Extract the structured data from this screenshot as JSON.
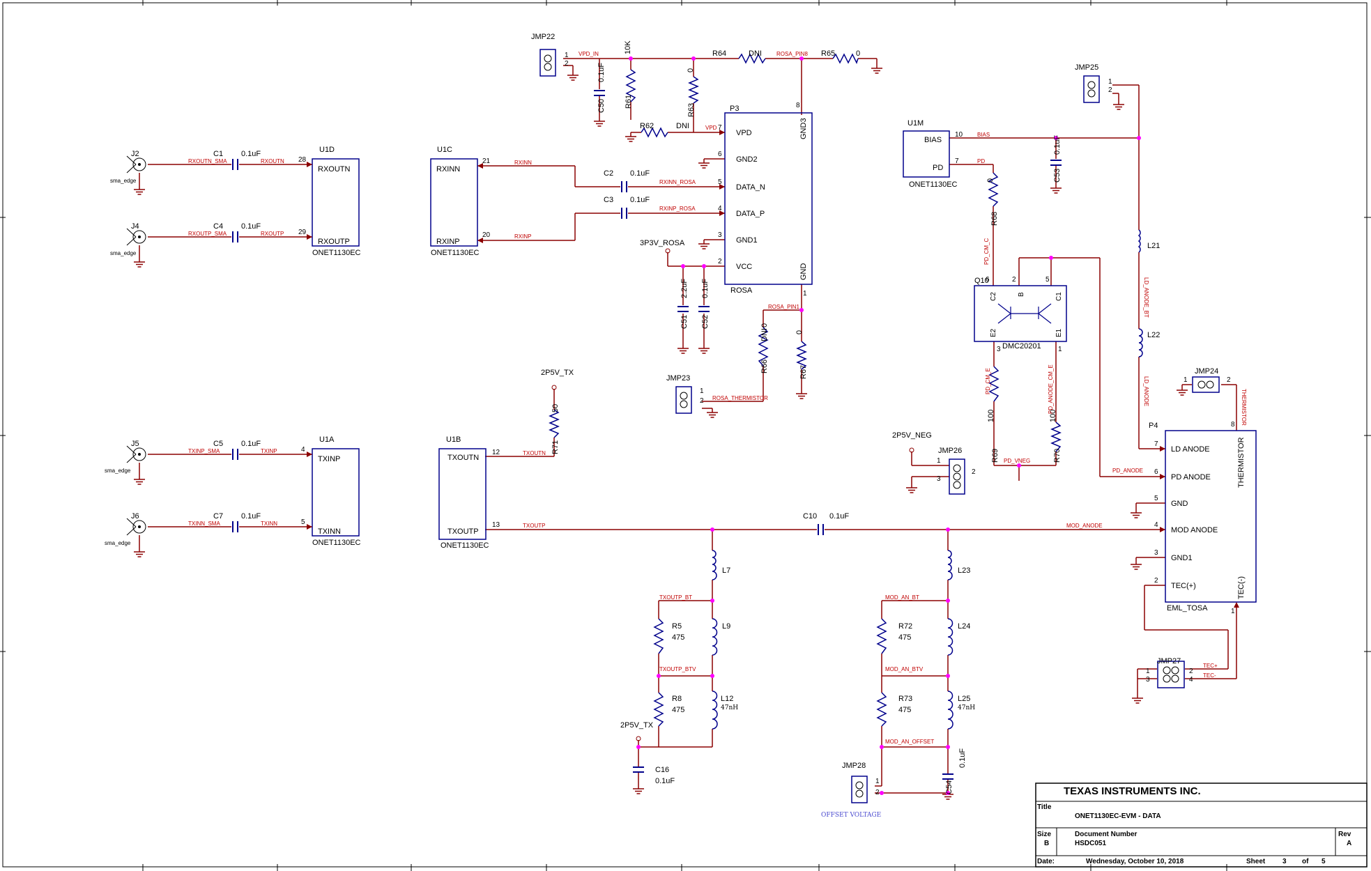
{
  "labels": {
    "refs": {
      "u1d": "U1D",
      "u1c": "U1C",
      "u1a": "U1A",
      "u1b": "U1B",
      "u1m": "U1M",
      "p3": "P3",
      "p4": "P4",
      "q10": "Q10",
      "j2": "J2",
      "j4": "J4",
      "j5": "J5",
      "j6": "J6",
      "c1": "C1",
      "c2": "C2",
      "c3": "C3",
      "c4": "C4",
      "c5": "C5",
      "c7": "C7",
      "c10": "C10",
      "c16": "C16",
      "c50": "C50",
      "c51": "C51",
      "c52": "C52",
      "c53": "C53",
      "c54": "C54",
      "r5": "R5",
      "r8": "R8",
      "r61": "R61",
      "r62": "R62",
      "r63": "R63",
      "r64": "R64",
      "r65": "R65",
      "r66": "R66",
      "r67": "R67",
      "r68": "R68",
      "r69": "R69",
      "r70": "R70",
      "r71": "R71",
      "r72": "R72",
      "r73": "R73",
      "l7": "L7",
      "l9": "L9",
      "l12": "L12",
      "l21": "L21",
      "l22": "L22",
      "l23": "L23",
      "l24": "L24",
      "l25": "L25",
      "jmp22": "JMP22",
      "jmp23": "JMP23",
      "jmp24": "JMP24",
      "jmp25": "JMP25",
      "jmp26": "JMP26",
      "jmp27": "JMP27",
      "jmp28": "JMP28"
    },
    "values": {
      "cap_01uf": "0.1uF",
      "cap_22uf": "2.2uF",
      "r_10k": "10K",
      "r_0": "0",
      "r_dni": "DNI",
      "r_475": "475",
      "r_50": "50",
      "r_100": "100",
      "l_47nh": "47nH",
      "sma": "sma_edge"
    },
    "parts": {
      "onet": "ONET1130EC",
      "rosa": "ROSA",
      "eml_tosa": "EML_TOSA",
      "dmc": "DMC20201"
    },
    "pins": {
      "rxoutn": "RXOUTN",
      "rxoutp": "RXOUTP",
      "rxinn": "RXINN",
      "rxinp": "RXINP",
      "txinp": "TXINP",
      "txinn": "TXINN",
      "txoutn": "TXOUTN",
      "txoutp": "TXOUTP",
      "bias": "BIAS",
      "pd": "PD",
      "vpd": "VPD",
      "gnd2": "GND2",
      "data_n": "DATA_N",
      "data_p": "DATA_P",
      "gnd1": "GND1",
      "vcc": "VCC",
      "gnd3": "GND3",
      "gnd": "GND",
      "ld_anode": "LD ANODE",
      "pd_anode": "PD ANODE",
      "gnd_p4": "GND",
      "mod_anode": "MOD ANODE",
      "gnd1_p4": "GND1",
      "tec_p": "TEC(+)",
      "tec_n": "TEC(-)",
      "thermistor": "THERMISTOR",
      "q_c2": "C2",
      "q_b": "B",
      "q_c1": "C1",
      "q_e2": "E2",
      "q_e1": "E1",
      "n1": "1",
      "n2": "2",
      "n3": "3",
      "n4": "4",
      "n5": "5",
      "n6": "6",
      "n7": "7",
      "n8": "8",
      "n10": "10",
      "n12": "12",
      "n13": "13",
      "n20": "20",
      "n21": "21",
      "n28": "28",
      "n29": "29"
    },
    "nets": {
      "rxoutn_sma": "RXOUTN_SMA",
      "rxoutn": "RXOUTN",
      "rxoutp_sma": "RXOUTP_SMA",
      "rxoutp": "RXOUTP",
      "rxinn": "RXINN",
      "rxinp": "RXINP",
      "rxinn_rosa": "RXINN_ROSA",
      "rxinp_rosa": "RXINP_ROSA",
      "txinp_sma": "TXINP_SMA",
      "txinp": "TXINP",
      "txinn_sma": "TXINN_SMA",
      "txinn": "TXINN",
      "txoutn": "TXOUTN",
      "txoutp": "TXOUTP",
      "txoutp_bt": "TXOUTP_BT",
      "txoutp_btv": "TXOUTP_BTV",
      "mod_an_bt": "MOD_AN_BT",
      "mod_an_btv": "MOD_AN_BTV",
      "mod_an_offset": "MOD_AN_OFFSET",
      "mod_anode": "MOD_ANODE",
      "vpd_in": "VPD_IN",
      "vpd": "VPD",
      "rosa_pin8": "ROSA_PIN8",
      "rosa_pin1": "ROSA_PIN1",
      "rosa_thermistor": "ROSA_THERMISTOR",
      "bias": "BIAS",
      "pd": "PD",
      "pd_cm_c": "PD_CM_C",
      "pd_cm_e": "PD_CM_E",
      "pd_anode_cm_e": "PD_ANODE_CM_E",
      "pd_vneg": "PD_VNEG",
      "pd_anode": "PD_ANODE",
      "ld_anode_bt": "LD_ANODE_BT",
      "ld_anode": "LD_ANODE",
      "thermistor": "THERMISTOR",
      "tec_p": "TEC+",
      "tec_n": "TEC-",
      "p3v3_rosa": "3P3V_ROSA",
      "p2v5_tx": "2P5V_TX",
      "p2v5_neg": "2P5V_NEG",
      "offset_voltage": "OFFSET VOLTAGE"
    }
  },
  "title_block": {
    "company": "TEXAS INSTRUMENTS INC.",
    "title_label": "Title",
    "title": "ONET1130EC-EVM - DATA",
    "size_label": "Size",
    "size": "B",
    "docnum_label": "Document Number",
    "docnum": "HSDC051",
    "rev_label": "Rev",
    "rev": "A",
    "date_label": "Date:",
    "date": "Wednesday, October 10, 2018",
    "sheet_label": "Sheet",
    "sheet_num": "3",
    "of_label": "of",
    "sheet_total": "5"
  },
  "colors": {
    "wire": "#8b0000",
    "body": "#00008b",
    "net": "#c00000",
    "junction": "#ff00ff",
    "text": "#000000"
  }
}
